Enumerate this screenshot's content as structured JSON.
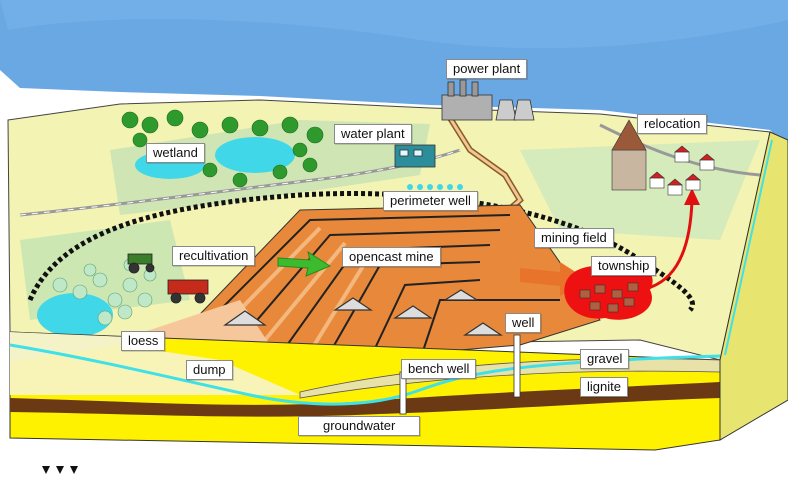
{
  "labels": {
    "power_plant": "power plant",
    "water_plant": "water plant",
    "wetland": "wetland",
    "relocation": "relocation",
    "perimeter_well": "perimeter well",
    "recultivation": "recultivation",
    "opencast_mine": "opencast mine",
    "mining_field": "mining field",
    "township": "township",
    "well": "well",
    "loess": "loess",
    "dump": "dump",
    "bench_well": "bench well",
    "gravel": "gravel",
    "lignite": "lignite",
    "groundwater": "groundwater"
  },
  "colors": {
    "sky": "#6aa8e3",
    "land": "#f2f2b0",
    "field": "#d9ecc0",
    "mine": "#e88a3c",
    "mine_light": "#f6c08a",
    "sand": "#fff200",
    "gravel": "#e9e2a8",
    "lignite": "#6b3a14",
    "water": "#40e0e8",
    "arrow_orange": "#e8732a",
    "arrow_green": "#3dbb2e",
    "arrow_red": "#e01010",
    "township_red": "#ee1111"
  }
}
